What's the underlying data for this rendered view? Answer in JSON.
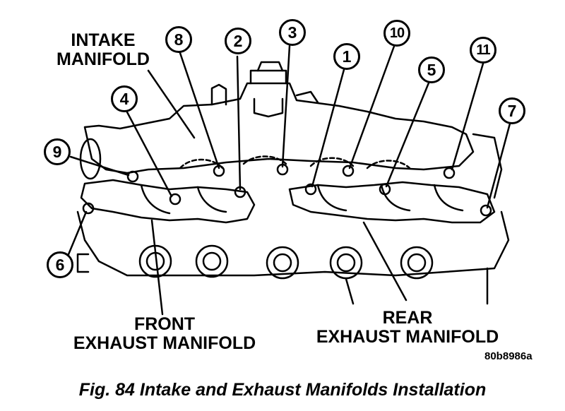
{
  "labels": {
    "intake": "INTAKE\nMANIFOLD",
    "front_exhaust": "FRONT\nEXHAUST MANIFOLD",
    "rear_exhaust": "REAR\nEXHAUST MANIFOLD",
    "reference_code": "80b8986a"
  },
  "callouts": [
    "1",
    "2",
    "3",
    "4",
    "5",
    "6",
    "7",
    "8",
    "9",
    "10",
    "11"
  ],
  "caption": "Fig. 84 Intake and Exhaust Manifolds Installation"
}
